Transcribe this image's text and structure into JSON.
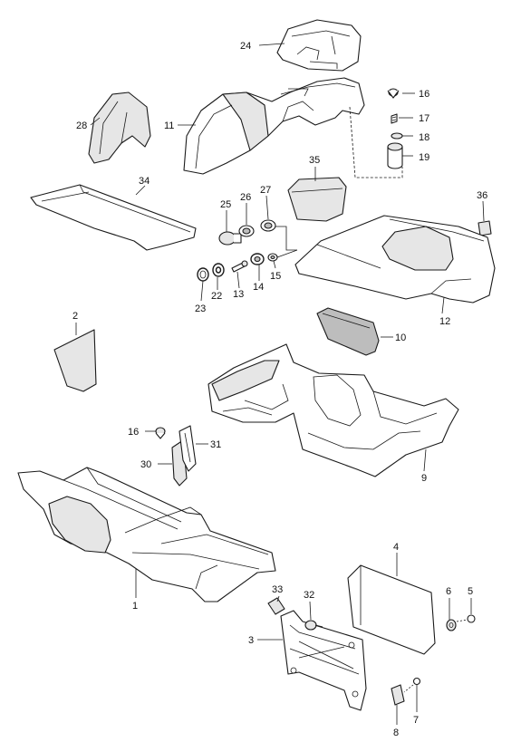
{
  "diagram": {
    "highlight_color": "#1fa51f",
    "line_color": "#1a1a1a",
    "callouts": {
      "c1": "1",
      "c2": "2",
      "c3": "3",
      "c4": "4",
      "c5": "5",
      "c6": "6",
      "c7": "7",
      "c8": "8",
      "c9": "9",
      "c10": "10",
      "c11": "11",
      "c12": "12",
      "c13": "13",
      "c14": "14",
      "c15": "15",
      "c16a": "16",
      "c16b": "16",
      "c17": "17",
      "c18": "18",
      "c19": "19",
      "c22": "22",
      "c23": "23",
      "c24": "24",
      "c25": "25",
      "c26": "26",
      "c27": "27",
      "c28": "28",
      "c30": "30",
      "c31": "31",
      "c32": "32",
      "c33": "33",
      "c34": "34",
      "c35": "35",
      "c36": "36"
    }
  }
}
